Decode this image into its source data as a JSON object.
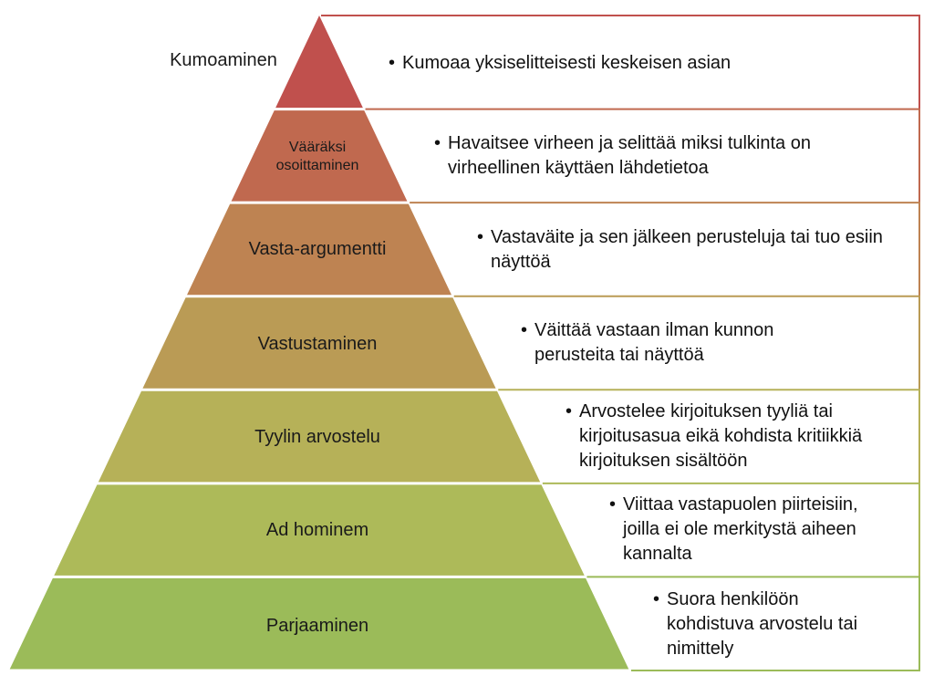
{
  "levels": [
    {
      "label": "Kumoaminen",
      "description": "Kumoaa yksiselitteisesti keskeisen asian",
      "color": "#C0504D"
    },
    {
      "label": "Vääräksi osoittaminen",
      "label_lines": [
        "Vääräksi",
        "osoittaminen"
      ],
      "description": "Havaitsee virheen ja selittää miksi tulkinta on virheellinen käyttäen lähdetietoa",
      "color": "#C0694F"
    },
    {
      "label": "Vasta-argumentti",
      "description": "Vastaväite ja sen jälkeen perusteluja tai tuo esiin näyttöä",
      "color": "#BE8352"
    },
    {
      "label": "Vastustaminen",
      "description": "Väittää vastaan ilman kunnon perusteita tai näyttöä",
      "color": "#BA9B55"
    },
    {
      "label": "Tyylin arvostelu",
      "description": "Arvostelee kirjoituksen tyyliä tai kirjoitusasua eikä kohdista kritiikkiä kirjoituksen sisältöön",
      "color": "#B6B158"
    },
    {
      "label": "Ad hominem",
      "description": "Viittaa vastapuolen piirteisiin, joilla ei ole merkitystä aiheen kannalta",
      "color": "#ADBA59"
    },
    {
      "label": "Parjaaminen",
      "description": "Suora henkilöön kohdistuva arvostelu tai nimittely",
      "color": "#9BBB59"
    }
  ],
  "bullet": "•"
}
